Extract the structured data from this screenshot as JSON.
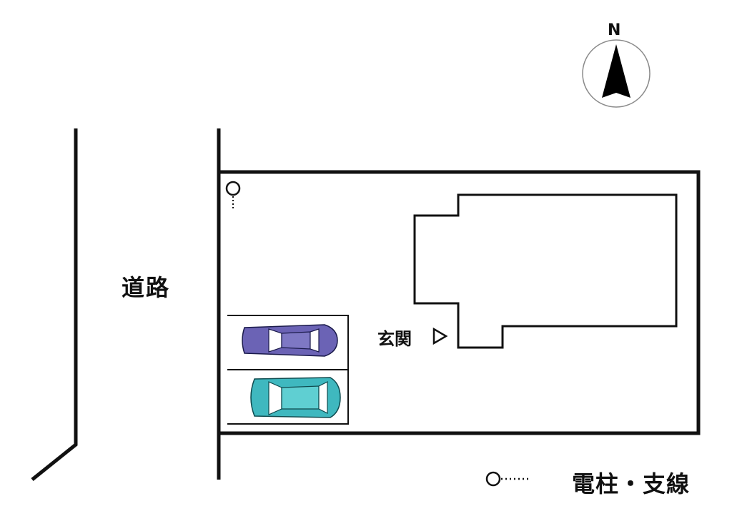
{
  "compass": {
    "letter": "N"
  },
  "road": {
    "label": "道路"
  },
  "house": {
    "entrance_label": "玄関"
  },
  "parking": {
    "cars": [
      {
        "body_color": "#6b63b5",
        "roof_color": "#7e78c4"
      },
      {
        "body_color": "#3fb8bf",
        "roof_color": "#5fcfd2"
      }
    ]
  },
  "legend": {
    "label": "電柱・支線"
  },
  "colors": {
    "line": "#111111",
    "background": "#ffffff"
  }
}
